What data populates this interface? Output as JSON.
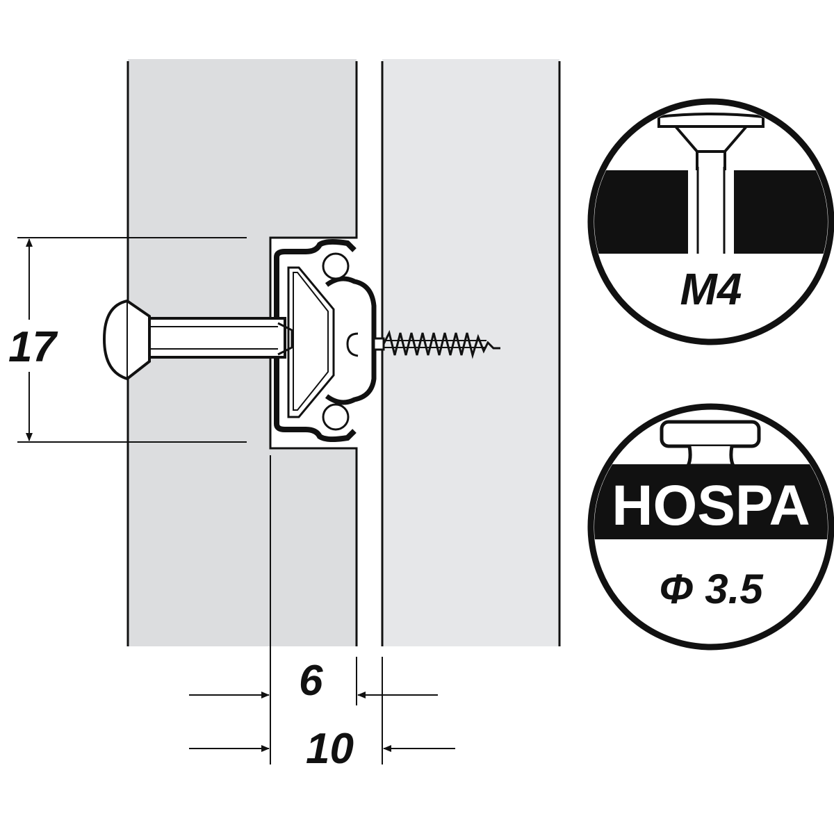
{
  "dimensions": {
    "height_label": "17",
    "gap_inner_label": "6",
    "gap_outer_label": "10"
  },
  "badges": {
    "machine_screw": {
      "label": "M4"
    },
    "wood_screw": {
      "brand": "HOSPA",
      "diameter_label": "Φ 3.5"
    }
  },
  "colors": {
    "panel_left": "#dcdddf",
    "panel_right": "#e6e7e9",
    "ink": "#111111"
  }
}
